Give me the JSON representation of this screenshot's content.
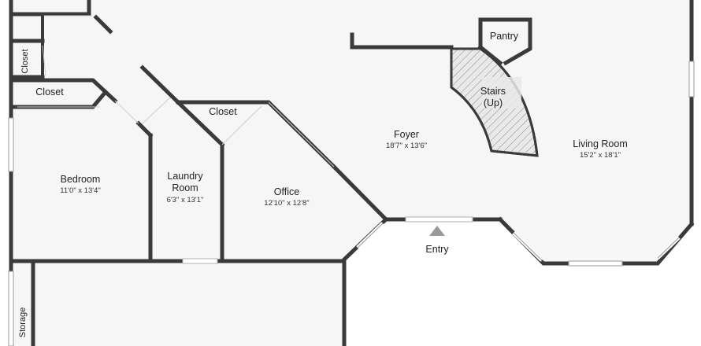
{
  "rooms": {
    "pantry": {
      "name": "Pantry"
    },
    "stairs": {
      "name": "Stairs",
      "note": "(Up)"
    },
    "foyer": {
      "name": "Foyer",
      "dims": "18'7\" x 13'6\""
    },
    "living_room": {
      "name": "Living Room",
      "dims": "15'2\" x 18'1\""
    },
    "closet_top_left": {
      "name": "Closet"
    },
    "closet_bedroom": {
      "name": "Closet"
    },
    "closet_office": {
      "name": "Closet"
    },
    "bedroom": {
      "name": "Bedroom",
      "dims": "11'0\" x 13'4\""
    },
    "laundry_room": {
      "name": "Laundry",
      "name2": "Room",
      "dims": "6'3\" x 13'1\""
    },
    "office": {
      "name": "Office",
      "dims": "12'10\" x 12'8\""
    },
    "entry": {
      "name": "Entry"
    },
    "storage": {
      "name": "Storage"
    }
  },
  "colors": {
    "wall": "#3a3a3a",
    "floor": "#f6f6f6",
    "stairs_fill": "#e9e9e9",
    "entry_arrow": "#9a9a9a"
  }
}
